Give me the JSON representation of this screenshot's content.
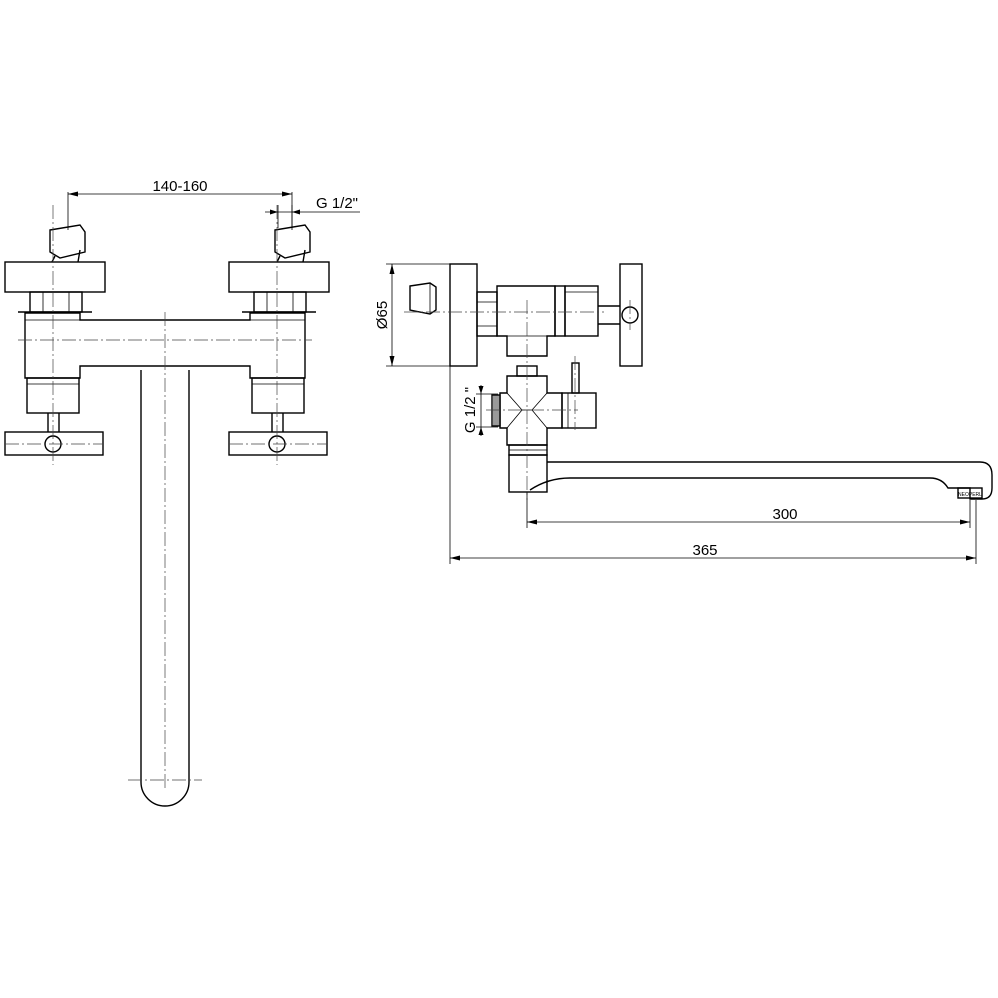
{
  "dimensions": {
    "center_distance": "140-160",
    "inlet_thread_top": "G 1/2\"",
    "flange_diameter": "Ø65",
    "inlet_thread_side": "G 1/2 \"",
    "spout_reach": "300",
    "overall_length": "365"
  },
  "aerator_marking": "NEOPERL"
}
